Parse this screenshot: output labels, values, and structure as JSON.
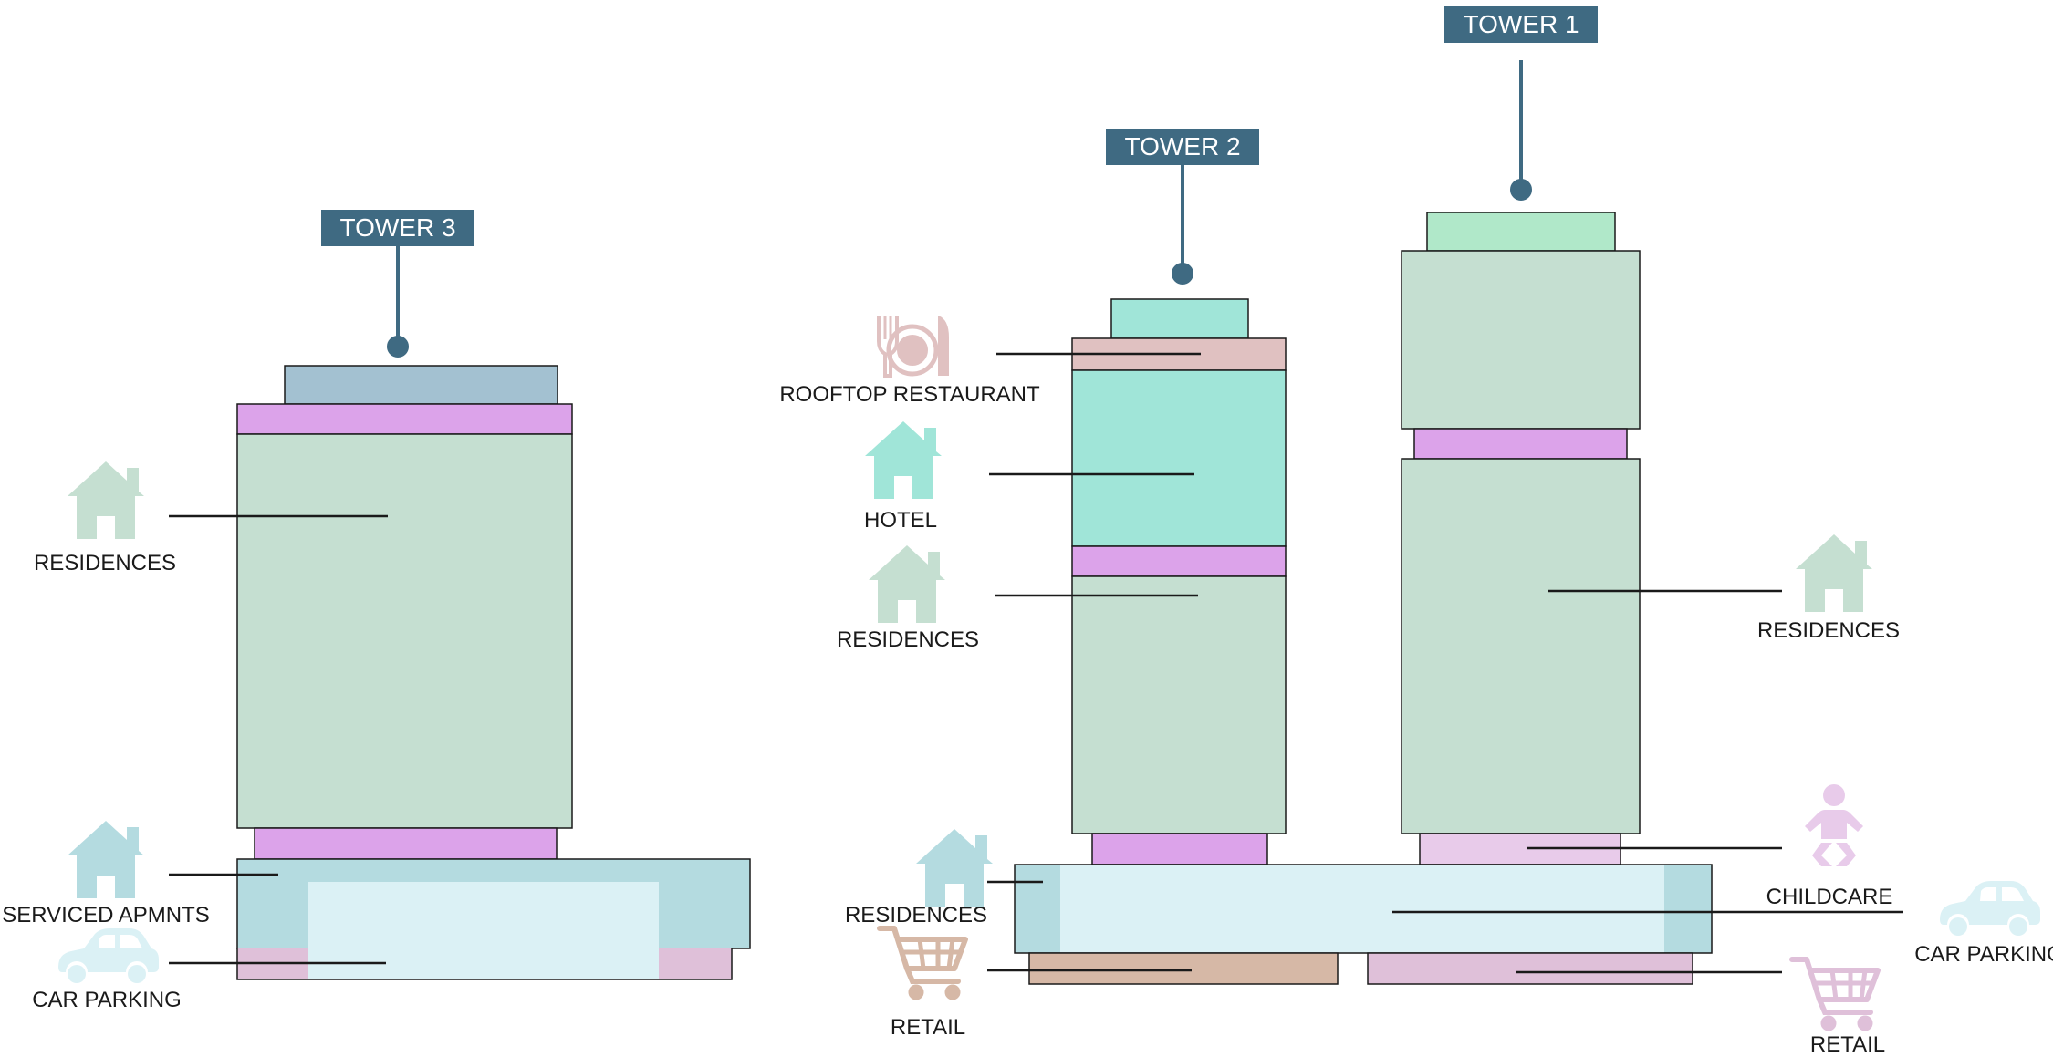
{
  "towers": {
    "t1": "TOWER 1",
    "t2": "TOWER 2",
    "t3": "TOWER 3"
  },
  "labels": {
    "residences_t3": "RESIDENCES",
    "serviced": "SERVICED APMNTS",
    "car_parking_left": "CAR PARKING",
    "rooftop": "ROOFTOP RESTAURANT",
    "hotel": "HOTEL",
    "residences_t2": "RESIDENCES",
    "residences_podium": "RESIDENCES",
    "retail_left": "RETAIL",
    "residences_t1": "RESIDENCES",
    "childcare": "CHILDCARE",
    "car_parking_right": "CAR PARKING",
    "retail_right": "RETAIL"
  },
  "colors": {
    "tag": "#3f6a82",
    "residences": "#c5dfd1",
    "amenity_floor": "#dca3ea",
    "hotel": "#a0e5d8",
    "restaurant": "#e0c1c1",
    "crown_t1": "#b0e8c9",
    "crown_t3": "#a3c1d1",
    "serviced": "#b4dbe0",
    "parking": "#dbf1f5",
    "retail_brown": "#d6b8a6",
    "retail_pink": "#dfc0d9",
    "childcare": "#e8cbea"
  },
  "icons": [
    "house-icon",
    "car-icon",
    "cutlery-plate-icon",
    "shopping-cart-icon",
    "baby-icon"
  ]
}
